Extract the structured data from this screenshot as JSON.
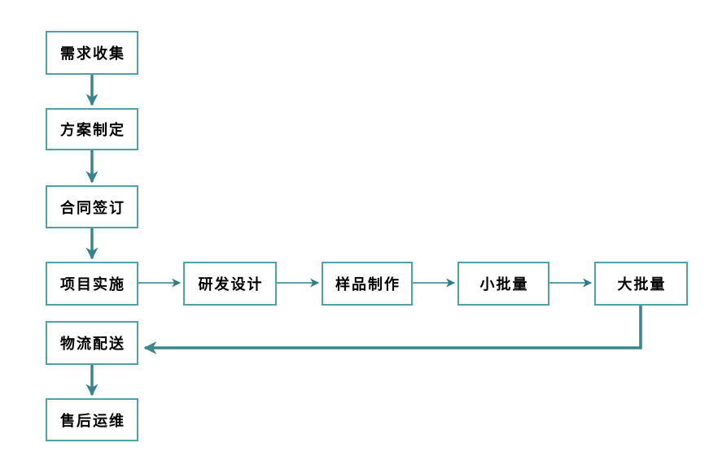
{
  "flowchart": {
    "nodes": [
      {
        "id": "requirements-collection",
        "label": "需求收集"
      },
      {
        "id": "plan-formulation",
        "label": "方案制定"
      },
      {
        "id": "contract-signing",
        "label": "合同签订"
      },
      {
        "id": "project-implementation",
        "label": "项目实施"
      },
      {
        "id": "rd-design",
        "label": "研发设计"
      },
      {
        "id": "sample-production",
        "label": "样品制作"
      },
      {
        "id": "small-batch",
        "label": "小批量"
      },
      {
        "id": "large-batch",
        "label": "大批量"
      },
      {
        "id": "logistics-delivery",
        "label": "物流配送"
      },
      {
        "id": "after-sales-maintenance",
        "label": "售后运维"
      }
    ],
    "edges": [
      {
        "from": "需求收集",
        "to": "方案制定",
        "direction": "down",
        "style": "thick"
      },
      {
        "from": "方案制定",
        "to": "合同签订",
        "direction": "down",
        "style": "thick"
      },
      {
        "from": "合同签订",
        "to": "项目实施",
        "direction": "down",
        "style": "thick"
      },
      {
        "from": "项目实施",
        "to": "研发设计",
        "direction": "right",
        "style": "thin"
      },
      {
        "from": "研发设计",
        "to": "样品制作",
        "direction": "right",
        "style": "thin"
      },
      {
        "from": "样品制作",
        "to": "小批量",
        "direction": "right",
        "style": "thin"
      },
      {
        "from": "小批量",
        "to": "大批量",
        "direction": "right",
        "style": "thin"
      },
      {
        "from": "大批量",
        "to": "物流配送",
        "direction": "down-left-elbow",
        "style": "thick"
      },
      {
        "from": "物流配送",
        "to": "售后运维",
        "direction": "down",
        "style": "thick"
      }
    ],
    "colors": {
      "box_border": "#4FA0A7",
      "box_fill": "#FFFFFF",
      "arrow_thick": "#37848E",
      "arrow_thin": "#2E7E88",
      "arrow_elbow": "#418489",
      "text": "#000000",
      "background": "#FFFFFF"
    }
  }
}
